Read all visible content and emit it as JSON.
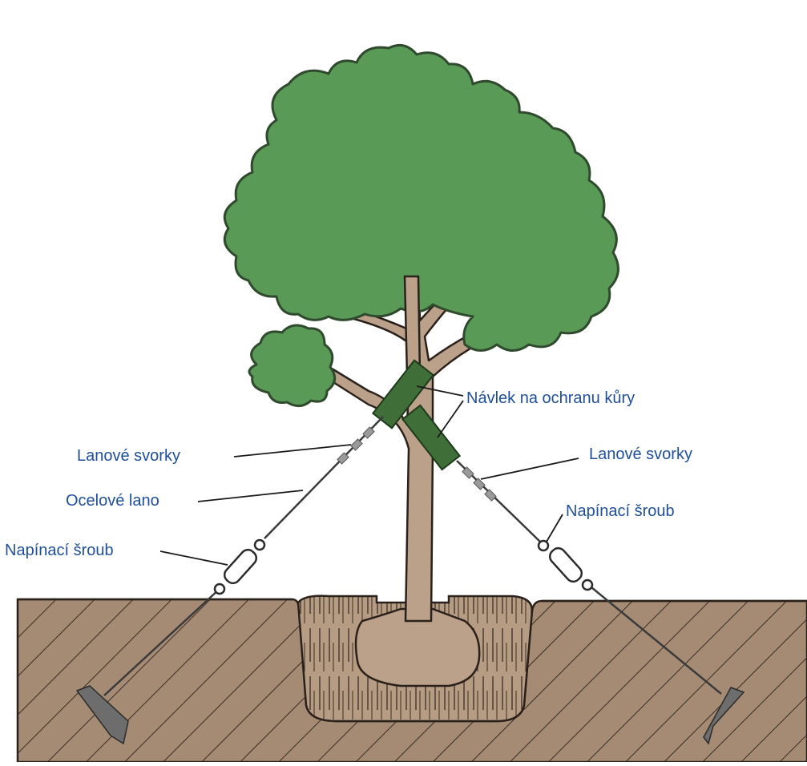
{
  "diagram": {
    "labels": {
      "bark_sleeve": "Návlek na ochranu kůry",
      "clamps_left": "Lanové svorky",
      "clamps_right": "Lanové svorky",
      "steel_rope": "Ocelové lano",
      "turnbuckle_left": "Napínací šroub",
      "turnbuckle_right": "Napínací šroub"
    },
    "colors": {
      "foliage": "#5a9a57",
      "foliage_outline": "#2f4a2d",
      "trunk": "#bba08a",
      "soil": "#a58b74",
      "planting_pit": "#b79c84",
      "sleeve": "#3f6e39",
      "rope": "#3a3a3a",
      "label_text": "#1f4f9a"
    },
    "icons": [
      "tree-icon",
      "ground-anchor-icon",
      "turnbuckle-icon",
      "rope-clamp-icon"
    ]
  }
}
